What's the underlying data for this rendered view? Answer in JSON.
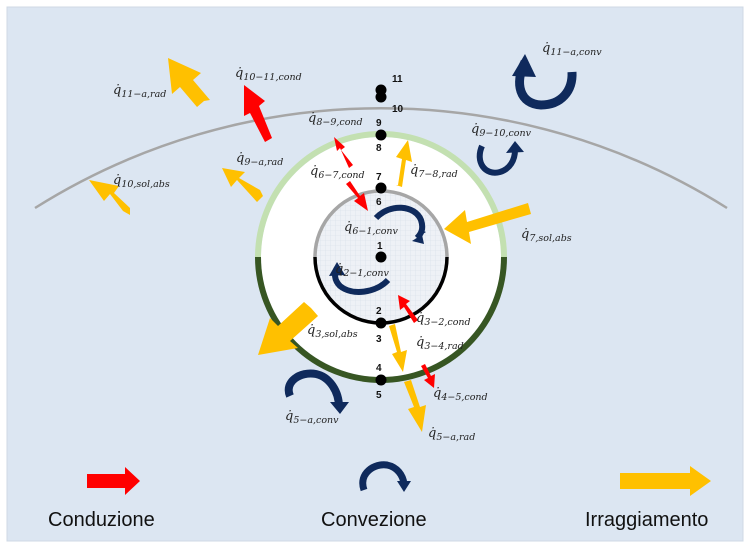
{
  "colors": {
    "background": "#dce6f2",
    "conduction": "#ff0000",
    "convection": "#0f2a5c",
    "radiation": "#ffc000",
    "ring_outer_top": "#c3e0b1",
    "ring_outer_bottom": "#375623",
    "inner_top": "#a6a6a6",
    "inner_bottom": "#000000",
    "sky_arc": "#a6a6a6"
  },
  "nodes": [
    "1",
    "2",
    "3",
    "4",
    "5",
    "6",
    "7",
    "8",
    "9",
    "10",
    "11"
  ],
  "flows": {
    "q_11_a_rad": "11−a,rad",
    "q_10_11_cond": "10−11,cond",
    "q_8_9_cond": "8−9,cond",
    "q_11_a_conv": "11−a,conv",
    "q_9_10_conv": "9−10,conv",
    "q_9_a_rad": "9−a,rad",
    "q_6_7_cond": "6−7,cond",
    "q_7_8_rad": "7−8,rad",
    "q_10_sol_abs": "10,sol,abs",
    "q_6_1_conv": "6−1,conv",
    "q_7_sol_abs": "7,sol,abs",
    "q_2_1_conv": "2−1,conv",
    "q_3_2_cond": "3−2,cond",
    "q_3_sol_abs": "3,sol,abs",
    "q_3_4_rad": "3−4,rad",
    "q_4_5_cond": "4−5,cond",
    "q_5_a_conv": "5−a,conv",
    "q_5_a_rad": "5−a,rad"
  },
  "legend": {
    "conduction": "Conduzione",
    "convection": "Convezione",
    "radiation": "Irraggiamento"
  }
}
